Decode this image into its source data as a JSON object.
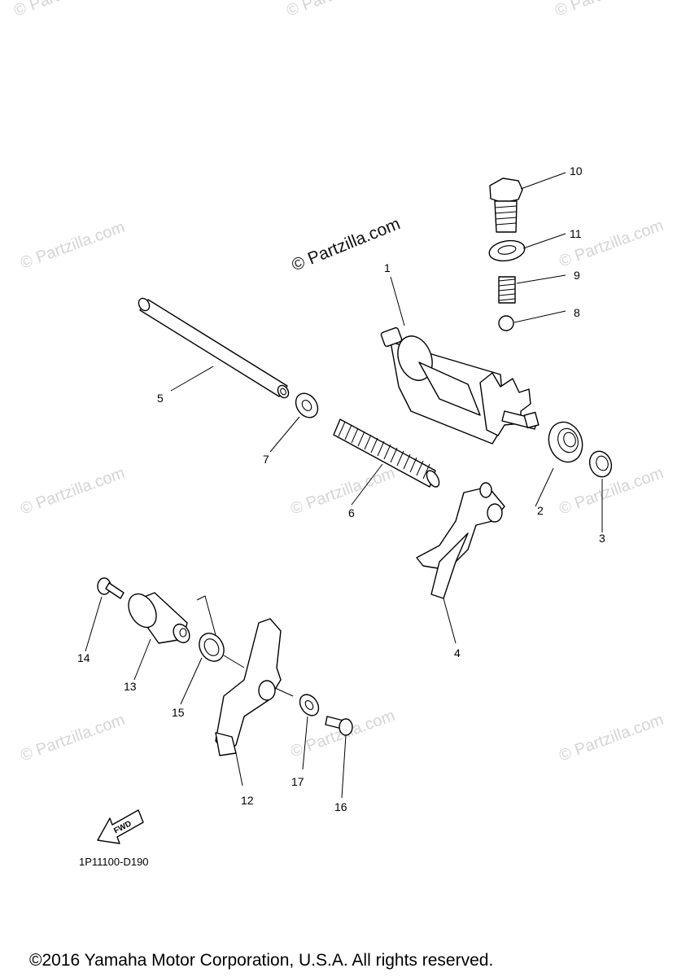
{
  "diagram": {
    "brand_watermark": "© Partzilla.com",
    "repeat_watermark": "© Partzilla.com",
    "diagram_code": "1P11100-D190",
    "fwd_label": "FWD",
    "copyright": "©2016 Yamaha Motor Corporation, U.S.A. All rights reserved.",
    "callouts": [
      "1",
      "2",
      "3",
      "4",
      "5",
      "6",
      "7",
      "8",
      "9",
      "10",
      "11",
      "12",
      "13",
      "14",
      "15",
      "16",
      "17"
    ]
  }
}
